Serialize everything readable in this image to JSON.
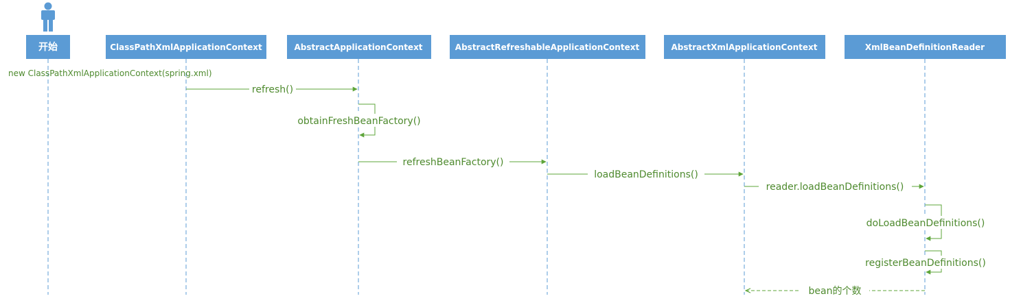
{
  "colors": {
    "header_fill": "#5b9bd5",
    "lifeline": "#5b9bd5",
    "message": "#5ea53a",
    "message_text": "#4e8a2e",
    "actor": "#5b9bd5"
  },
  "actor_icon": "person-icon",
  "participants": [
    {
      "id": "start",
      "label": "开始"
    },
    {
      "id": "cpx",
      "label": "ClassPathXmlApplicationContext"
    },
    {
      "id": "aac",
      "label": "AbstractApplicationContext"
    },
    {
      "id": "arac",
      "label": "AbstractRefreshableApplicationContext"
    },
    {
      "id": "axac",
      "label": "AbstractXmlApplicationContext"
    },
    {
      "id": "xbdr",
      "label": "XmlBeanDefinitionReader"
    }
  ],
  "note": {
    "text": "new ClassPathXmlApplicationContext(spring.xml)"
  },
  "messages": [
    {
      "from": "cpx",
      "to": "aac",
      "label": "refresh()",
      "kind": "call"
    },
    {
      "from": "aac",
      "to": "aac",
      "label": "obtainFreshBeanFactory()",
      "kind": "self"
    },
    {
      "from": "aac",
      "to": "arac",
      "label": "refreshBeanFactory()",
      "kind": "call"
    },
    {
      "from": "arac",
      "to": "axac",
      "label": "loadBeanDefinitions()",
      "kind": "call"
    },
    {
      "from": "axac",
      "to": "xbdr",
      "label": "reader.loadBeanDefinitions()",
      "kind": "call"
    },
    {
      "from": "xbdr",
      "to": "xbdr",
      "label": "doLoadBeanDefinitions()",
      "kind": "self"
    },
    {
      "from": "xbdr",
      "to": "xbdr",
      "label": "registerBeanDefinitions()",
      "kind": "self"
    },
    {
      "from": "xbdr",
      "to": "axac",
      "label": "bean的个数",
      "kind": "return"
    }
  ]
}
